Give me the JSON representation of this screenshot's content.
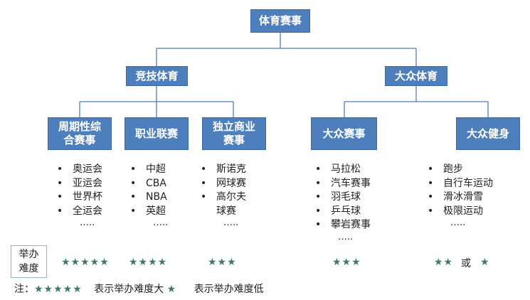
{
  "root": "体育赛事",
  "level1": {
    "left": "竞技体育",
    "right": "大众体育"
  },
  "level2": {
    "c1": {
      "line1": "周期性综",
      "line2": "合赛事"
    },
    "c2": "职业联赛",
    "c3": {
      "line1": "独立商业",
      "line2": "赛事"
    },
    "c4": "大众赛事",
    "c5": "大众健身"
  },
  "lists": {
    "c1": [
      "奥运会",
      "亚运会",
      "世界杯",
      "全运会"
    ],
    "c2": [
      "中超",
      "CBA",
      "NBA",
      "英超"
    ],
    "c3": [
      "斯诺克",
      "网球赛",
      "高尔夫",
      "球赛"
    ],
    "c4": [
      "马拉松",
      "汽车赛事",
      "羽毛球",
      "乒乓球",
      "攀岩赛事"
    ],
    "c5": [
      "跑步",
      "自行车运动",
      "滑冰滑雪",
      "极限运动"
    ],
    "ellipsis": "….."
  },
  "difficulty": {
    "label_line1": "举办",
    "label_line2": "难度",
    "c1": "★★★★★",
    "c2": "★★★★",
    "c3": "★★★",
    "c4": "★★★",
    "c5_a": "★★",
    "c5_or": "或",
    "c5_b": "★"
  },
  "note": {
    "prefix": "注：",
    "stars_high": "★★★★★",
    "text_high": "表示举办难度大",
    "star_low": "★",
    "text_low": "表示举办难度低"
  },
  "colors": {
    "box": "#4e7fbd",
    "connector": "#4e7fbd",
    "star": "#3f7a64"
  }
}
